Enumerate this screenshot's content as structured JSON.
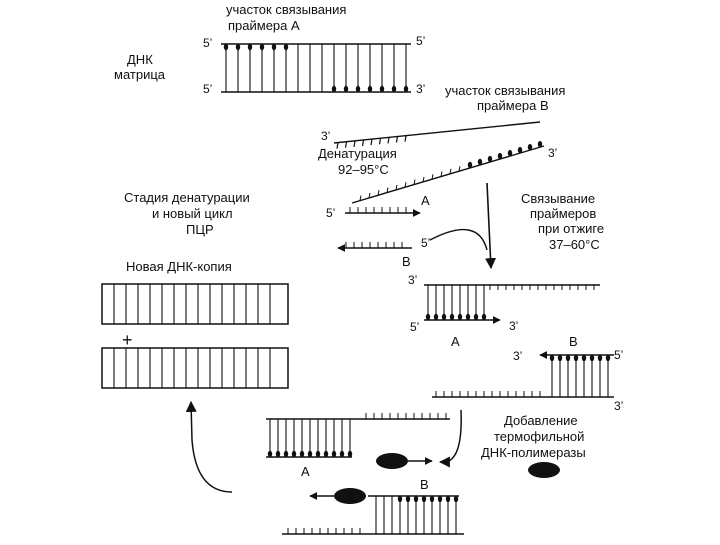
{
  "labels": {
    "primer_a_site_1": "участок связывания",
    "primer_a_site_2": "праймера А",
    "dna_template_1": "ДНК",
    "dna_template_2": "матрица",
    "primer_b_site_1": "участок связывания",
    "primer_b_site_2": "праймера В",
    "denaturation_1": "Денатурация",
    "denaturation_2": "92–95°С",
    "annealing_1": "Связывание",
    "annealing_2": "праймеров",
    "annealing_3": "при отжиге",
    "annealing_4": "37–60°С",
    "new_cycle_1": "Стадия денатурации",
    "new_cycle_2": "и новый цикл",
    "new_cycle_3": "ПЦР",
    "new_copy": "Новая ДНК-копия",
    "plus": "+",
    "polymerase_1": "Добавление",
    "polymerase_2": "термофильной",
    "polymerase_3": "ДНК-полимеразы"
  },
  "strand_ends": {
    "five_prime": "5’",
    "three_prime": "3’"
  },
  "primers": {
    "a": "А",
    "b": "В"
  },
  "colors": {
    "ink": "#111111",
    "background": "#ffffff"
  }
}
